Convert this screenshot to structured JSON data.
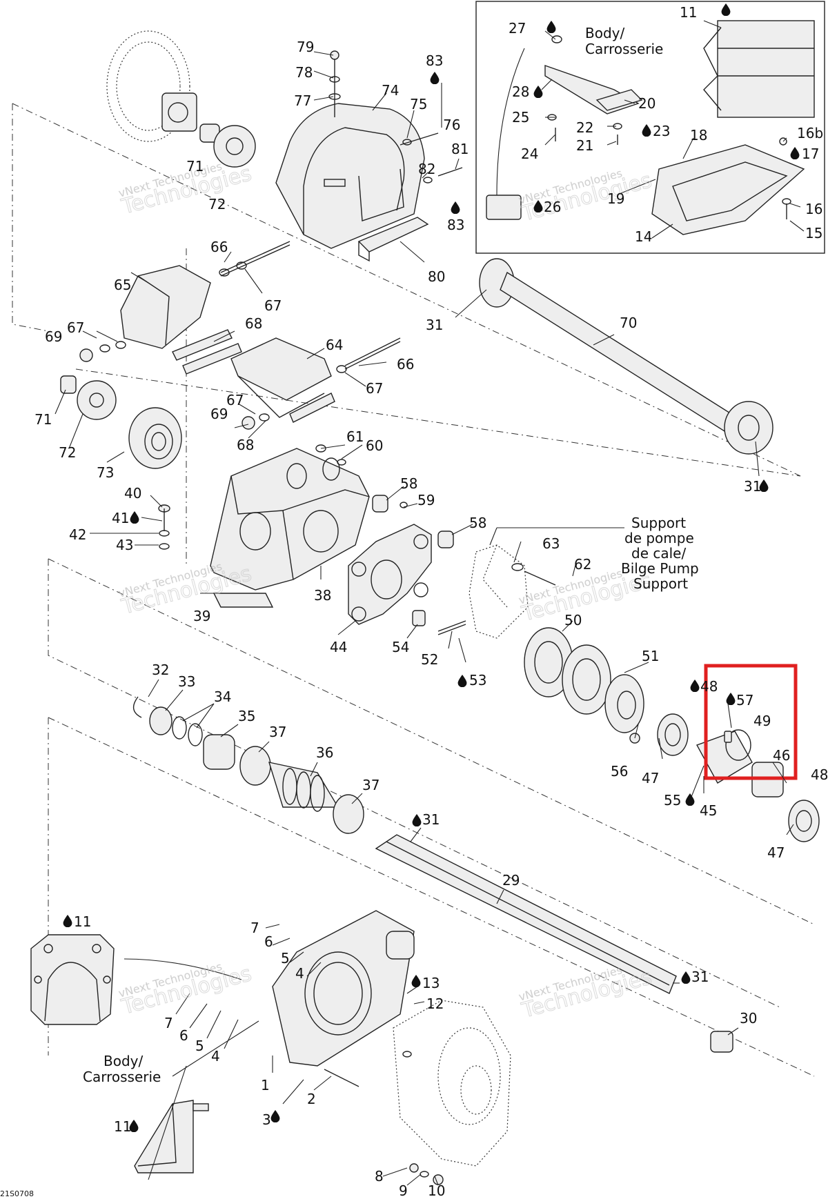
{
  "diagram_code": "21S0708",
  "watermark": {
    "company": "vNext Technologies"
  },
  "captions": {
    "body_top": [
      "Body/",
      "Carrosserie"
    ],
    "body_bottom": [
      "Body/",
      "Carrosserie"
    ],
    "bilge_support": [
      "Support",
      "de pompe",
      "de cale/",
      "Bilge Pump",
      "Support"
    ]
  },
  "highlight_box": {
    "color": "#e02020",
    "contains": [
      "57",
      "49",
      "46"
    ]
  },
  "labels": [
    {
      "id": "79",
      "text": "79"
    },
    {
      "id": "78",
      "text": "78"
    },
    {
      "id": "77",
      "text": "77"
    },
    {
      "id": "74",
      "text": "74"
    },
    {
      "id": "75",
      "text": "75"
    },
    {
      "id": "76",
      "text": "76"
    },
    {
      "id": "83a",
      "text": "83"
    },
    {
      "id": "81",
      "text": "81"
    },
    {
      "id": "82",
      "text": "82"
    },
    {
      "id": "83b",
      "text": "83"
    },
    {
      "id": "80",
      "text": "80"
    },
    {
      "id": "71a",
      "text": "71"
    },
    {
      "id": "72a",
      "text": "72"
    },
    {
      "id": "66a",
      "text": "66"
    },
    {
      "id": "65",
      "text": "65"
    },
    {
      "id": "67a",
      "text": "67"
    },
    {
      "id": "67b",
      "text": "67"
    },
    {
      "id": "69a",
      "text": "69"
    },
    {
      "id": "68a",
      "text": "68"
    },
    {
      "id": "64",
      "text": "64"
    },
    {
      "id": "66b",
      "text": "66"
    },
    {
      "id": "67c",
      "text": "67"
    },
    {
      "id": "67d",
      "text": "67"
    },
    {
      "id": "69b",
      "text": "69"
    },
    {
      "id": "68b",
      "text": "68"
    },
    {
      "id": "71b",
      "text": "71"
    },
    {
      "id": "72b",
      "text": "72"
    },
    {
      "id": "73",
      "text": "73"
    },
    {
      "id": "61",
      "text": "61"
    },
    {
      "id": "60",
      "text": "60"
    },
    {
      "id": "58a",
      "text": "58"
    },
    {
      "id": "59",
      "text": "59"
    },
    {
      "id": "58b",
      "text": "58"
    },
    {
      "id": "40",
      "text": "40"
    },
    {
      "id": "41",
      "text": "41"
    },
    {
      "id": "42",
      "text": "42"
    },
    {
      "id": "43",
      "text": "43"
    },
    {
      "id": "38",
      "text": "38"
    },
    {
      "id": "39",
      "text": "39"
    },
    {
      "id": "44",
      "text": "44"
    },
    {
      "id": "63",
      "text": "63"
    },
    {
      "id": "62",
      "text": "62"
    },
    {
      "id": "50",
      "text": "50"
    },
    {
      "id": "54",
      "text": "54"
    },
    {
      "id": "52",
      "text": "52"
    },
    {
      "id": "53",
      "text": "53"
    },
    {
      "id": "51",
      "text": "51"
    },
    {
      "id": "48a",
      "text": "48"
    },
    {
      "id": "57",
      "text": "57"
    },
    {
      "id": "49",
      "text": "49"
    },
    {
      "id": "46",
      "text": "46"
    },
    {
      "id": "48b",
      "text": "48"
    },
    {
      "id": "56",
      "text": "56"
    },
    {
      "id": "47a",
      "text": "47"
    },
    {
      "id": "55",
      "text": "55"
    },
    {
      "id": "45",
      "text": "45"
    },
    {
      "id": "47b",
      "text": "47"
    },
    {
      "id": "32",
      "text": "32"
    },
    {
      "id": "33",
      "text": "33"
    },
    {
      "id": "34",
      "text": "34"
    },
    {
      "id": "35",
      "text": "35"
    },
    {
      "id": "37a",
      "text": "37"
    },
    {
      "id": "36",
      "text": "36"
    },
    {
      "id": "37b",
      "text": "37"
    },
    {
      "id": "31a",
      "text": "31"
    },
    {
      "id": "29",
      "text": "29"
    },
    {
      "id": "31b",
      "text": "31"
    },
    {
      "id": "30",
      "text": "30"
    },
    {
      "id": "7a",
      "text": "7"
    },
    {
      "id": "6a",
      "text": "6"
    },
    {
      "id": "5a",
      "text": "5"
    },
    {
      "id": "4a",
      "text": "4"
    },
    {
      "id": "13",
      "text": "13"
    },
    {
      "id": "12",
      "text": "12"
    },
    {
      "id": "7b",
      "text": "7"
    },
    {
      "id": "6b",
      "text": "6"
    },
    {
      "id": "5b",
      "text": "5"
    },
    {
      "id": "4b",
      "text": "4"
    },
    {
      "id": "1",
      "text": "1"
    },
    {
      "id": "2",
      "text": "2"
    },
    {
      "id": "3",
      "text": "3"
    },
    {
      "id": "8",
      "text": "8"
    },
    {
      "id": "9",
      "text": "9"
    },
    {
      "id": "10",
      "text": "10"
    },
    {
      "id": "11a",
      "text": "11"
    },
    {
      "id": "11b",
      "text": "11"
    },
    {
      "id": "11c",
      "text": "11"
    },
    {
      "id": "27",
      "text": "27"
    },
    {
      "id": "28",
      "text": "28"
    },
    {
      "id": "20",
      "text": "20"
    },
    {
      "id": "25",
      "text": "25"
    },
    {
      "id": "22",
      "text": "22"
    },
    {
      "id": "23",
      "text": "23"
    },
    {
      "id": "24",
      "text": "24"
    },
    {
      "id": "21",
      "text": "21"
    },
    {
      "id": "18",
      "text": "18"
    },
    {
      "id": "16b",
      "text": "16b"
    },
    {
      "id": "17",
      "text": "17"
    },
    {
      "id": "19",
      "text": "19"
    },
    {
      "id": "16",
      "text": "16"
    },
    {
      "id": "15",
      "text": "15"
    },
    {
      "id": "14",
      "text": "14"
    },
    {
      "id": "26",
      "text": "26"
    },
    {
      "id": "70",
      "text": "70"
    },
    {
      "id": "31c",
      "text": "31"
    },
    {
      "id": "31d",
      "text": "31"
    }
  ]
}
